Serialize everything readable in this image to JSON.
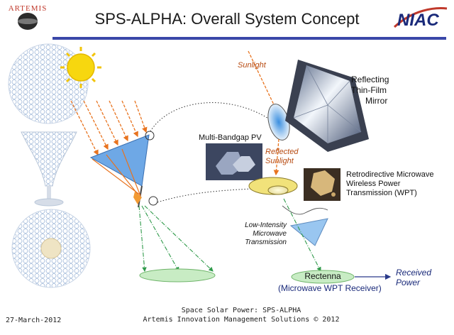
{
  "header": {
    "title": "SPS-ALPHA: Overall System Concept",
    "left_logo": "ARTEMIS",
    "right_logo": "NIAC"
  },
  "labels": {
    "sunlight": "Sunlight",
    "mirror": [
      "Reflecting",
      "Thin-Film",
      "Mirror"
    ],
    "pv": "Multi-Bandgap PV",
    "reflected": [
      "Reflected",
      "Sunlight"
    ],
    "wpt": [
      "Retrodirective Microwave",
      "Wireless Power",
      "Transmission (WPT)"
    ],
    "microwave": [
      "Low-Intensity",
      "Microwave",
      "Transmission"
    ],
    "rectenna": "Rectenna",
    "rectenna_sub": "(Microwave WPT Receiver)",
    "received": [
      "Received",
      "Power"
    ]
  },
  "footer": {
    "date": "27-March-2012",
    "line1": "Space Solar Power: SPS-ALPHA",
    "line2": "Artemis Innovation Management Solutions © 2012"
  },
  "colors": {
    "accent": "#3a47a8",
    "sun": "#f7d70f",
    "ray": "#e8731f",
    "beam": "#2f9a4a",
    "hex": "#9fb7d8",
    "rectenna": "#c8ecc4"
  }
}
